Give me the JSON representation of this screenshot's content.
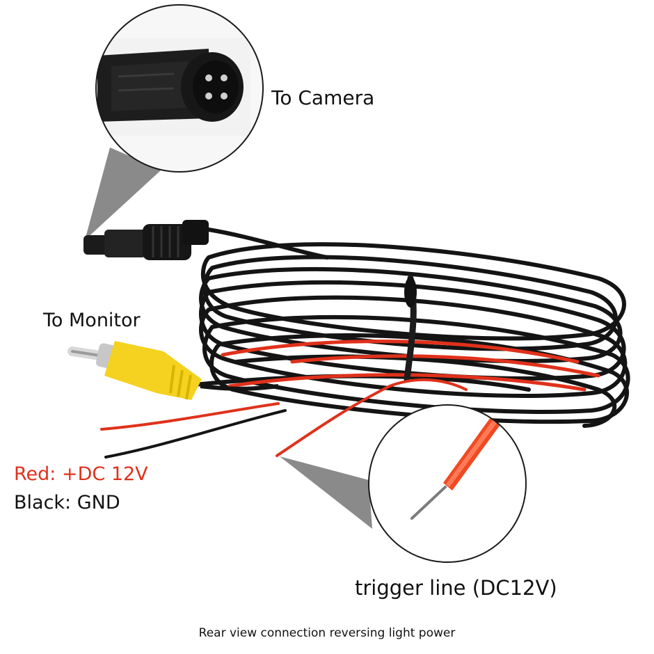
{
  "labels": {
    "to_camera": "To Camera",
    "to_monitor": "To Monitor",
    "red_wire": "Red: +DC 12V",
    "black_wire": "Black: GND",
    "trigger_line": "trigger line (DC12V)",
    "caption": "Rear view connection reversing light power"
  },
  "colors": {
    "red_wire": "#e0311b",
    "cable_black": "#141414",
    "rca_yellow": "#f4d21f",
    "callout_gray": "#8a8a8a"
  }
}
